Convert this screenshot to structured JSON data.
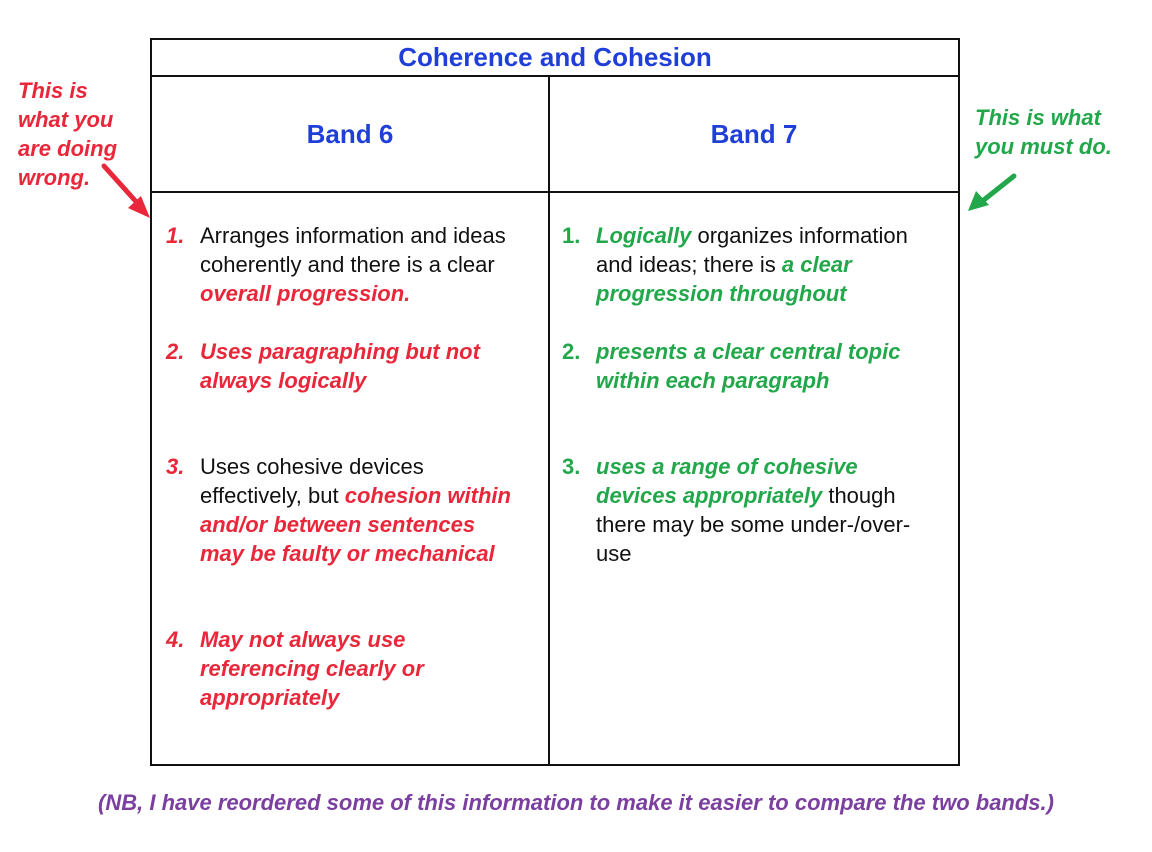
{
  "table": {
    "title": "Coherence and Cohesion",
    "band6": {
      "heading": "Band 6",
      "items": [
        {
          "num": "1.",
          "parts": [
            {
              "text": "Arranges information and ideas coherently and there is a clear ",
              "style": "plain"
            },
            {
              "text": "overall progression.",
              "style": "red"
            }
          ]
        },
        {
          "num": "2.",
          "parts": [
            {
              "text": "Uses paragraphing but not always logically",
              "style": "red"
            }
          ]
        },
        {
          "num": "3.",
          "parts": [
            {
              "text": "Uses cohesive devices effectively, but ",
              "style": "plain"
            },
            {
              "text": "cohesion within and/or between sentences may be faulty or mechanical",
              "style": "red"
            }
          ]
        },
        {
          "num": "4.",
          "parts": [
            {
              "text": "May not always use referencing clearly or appropriately",
              "style": "red"
            }
          ]
        }
      ]
    },
    "band7": {
      "heading": "Band 7",
      "items": [
        {
          "num": "1.",
          "parts": [
            {
              "text": "Logically",
              "style": "green"
            },
            {
              "text": " organizes information and ideas; there is ",
              "style": "plain"
            },
            {
              "text": "a clear progression throughout",
              "style": "green"
            }
          ]
        },
        {
          "num": "2.",
          "parts": [
            {
              "text": "presents a clear central topic within each paragraph",
              "style": "green"
            }
          ]
        },
        {
          "num": "3.",
          "parts": [
            {
              "text": "uses a range of cohesive devices appropriately",
              "style": "green"
            },
            {
              "text": " though there may be some under-/over-use",
              "style": "plain"
            }
          ]
        }
      ]
    }
  },
  "annotations": {
    "left_note": "This is what you are doing wrong.",
    "right_note": "This is what you must do."
  },
  "footnote": "(NB, I have reordered some of this information to make it easier to compare the two bands.)",
  "colors": {
    "title_blue": "#1f3fd8",
    "wrong_red": "#e8283a",
    "right_green": "#22a84b",
    "note_purple": "#7b3fa0"
  },
  "icons": {
    "left_arrow": "arrow-down-right-icon",
    "right_arrow": "arrow-down-left-icon"
  }
}
